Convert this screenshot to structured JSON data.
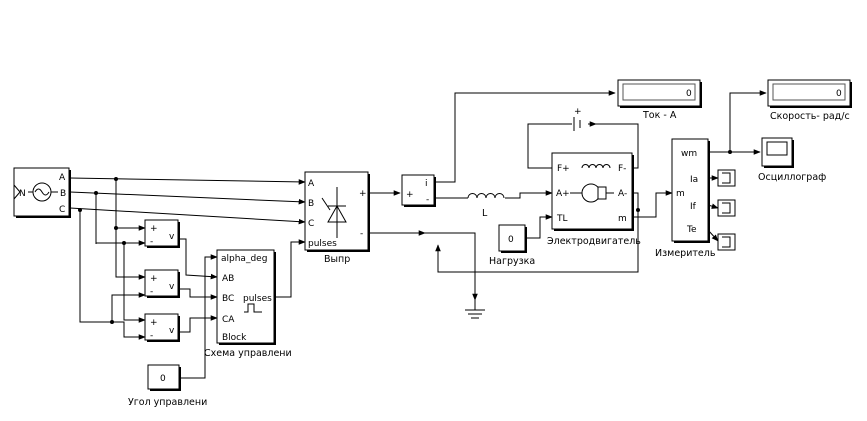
{
  "blocks": {
    "source": {
      "ports": [
        "N",
        "A",
        "B",
        "C"
      ]
    },
    "vm1": {
      "ports": [
        "+",
        "-",
        "v"
      ]
    },
    "vm2": {
      "ports": [
        "+",
        "-",
        "v"
      ]
    },
    "vm3": {
      "ports": [
        "+",
        "-",
        "v"
      ]
    },
    "control": {
      "label": "Схема управлени",
      "ports": [
        "alpha_deg",
        "AB",
        "BC",
        "CA",
        "Block",
        "pulses"
      ]
    },
    "angle": {
      "label": "Угол управлени",
      "value": "0"
    },
    "rectifier": {
      "label": "Выпр",
      "ports": [
        "A",
        "B",
        "C",
        "pulses",
        "+",
        "-"
      ]
    },
    "current_meas": {
      "ports": [
        "i",
        "+",
        "-"
      ]
    },
    "inductor": {
      "label": "L"
    },
    "load": {
      "label": "Нагрузка",
      "value": "0"
    },
    "motor": {
      "label": "Электродвигатель",
      "ports": [
        "F+",
        "F-",
        "A+",
        "A-",
        "TL",
        "m"
      ]
    },
    "current_display": {
      "label": "Ток - А",
      "value": "0"
    },
    "speed_display": {
      "label": "Скорость- рад/с",
      "value": "0"
    },
    "meter": {
      "label": "Измеритель",
      "ports": [
        "m",
        "wm",
        "Ia",
        "If",
        "Te"
      ]
    },
    "scope": {
      "label": "Осциллограф"
    }
  }
}
